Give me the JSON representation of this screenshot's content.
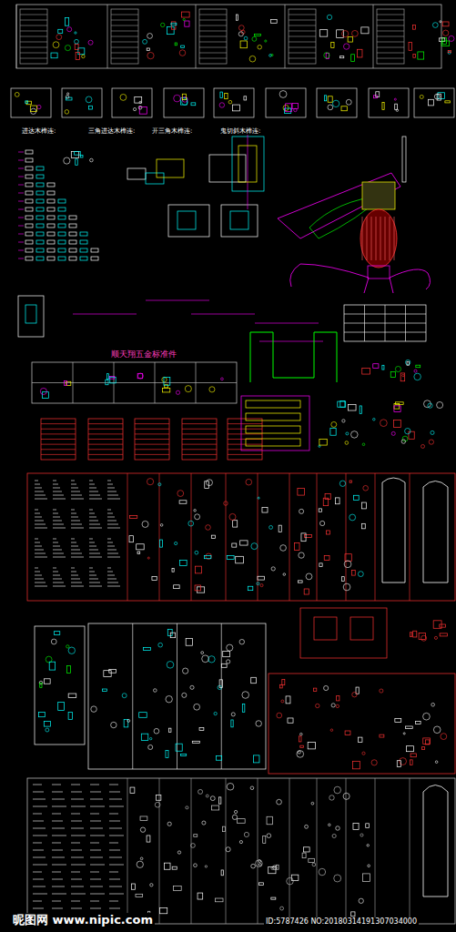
{
  "diagram": {
    "labels": [
      "进达木榫连:",
      "三角进达木榫连:",
      "开三角木榫连:",
      "鬼切斜木榫连:",
      "顺天翔五金标准件",
      "昵图网 www.nipic.com",
      "ID:5787426 NO:20180314191307034000"
    ]
  }
}
